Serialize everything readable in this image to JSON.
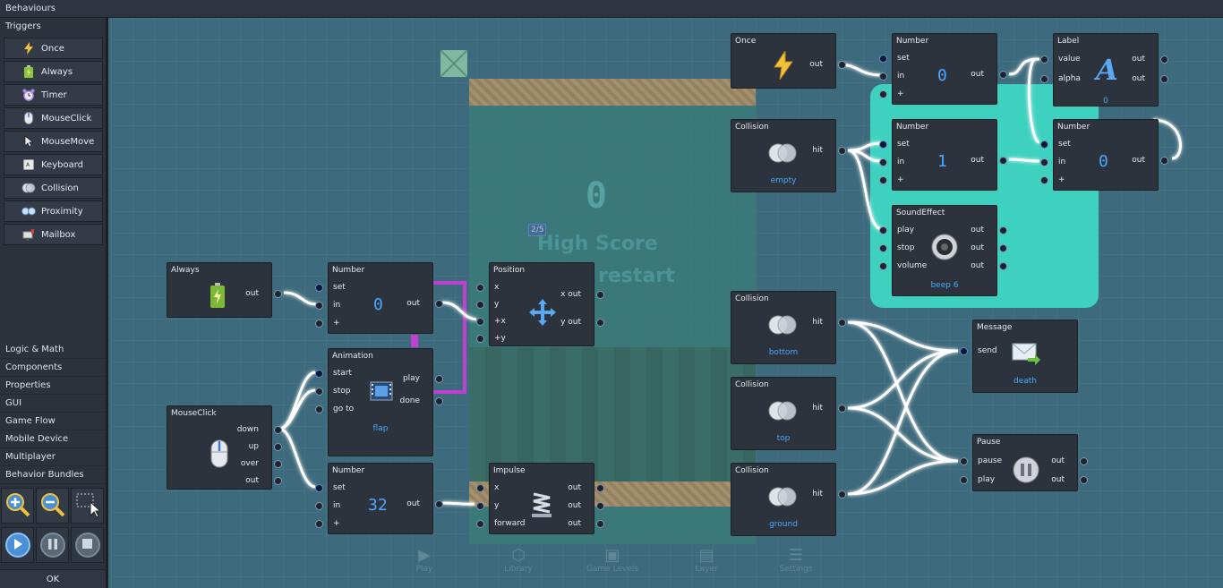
{
  "window": {
    "title": "Behaviours"
  },
  "sidebar": {
    "section": "Triggers",
    "triggers": [
      {
        "label": "Once",
        "icon": "lightning-icon"
      },
      {
        "label": "Always",
        "icon": "battery-icon"
      },
      {
        "label": "Timer",
        "icon": "alarm-clock-icon"
      },
      {
        "label": "MouseClick",
        "icon": "mouse-icon"
      },
      {
        "label": "MouseMove",
        "icon": "cursor-icon"
      },
      {
        "label": "Keyboard",
        "icon": "key-icon"
      },
      {
        "label": "Collision",
        "icon": "collision-icon"
      },
      {
        "label": "Proximity",
        "icon": "proximity-icon"
      },
      {
        "label": "Mailbox",
        "icon": "mailbox-icon"
      }
    ],
    "categories": [
      "Logic & Math",
      "Components",
      "Properties",
      "GUI",
      "Game Flow",
      "Mobile Device",
      "Multiplayer",
      "Behavior Bundles"
    ],
    "ok_label": "OK"
  },
  "game_overlay": {
    "score": "0",
    "level_counter": "2/5",
    "text_high_score": "High Score",
    "text_restart": "restart",
    "bottom_tabs": [
      "Play",
      "Library",
      "Game Levels",
      "Layer",
      "Settings"
    ]
  },
  "blocks": {
    "always": {
      "title": "Always",
      "out": "out"
    },
    "mouseclick": {
      "title": "MouseClick",
      "outs": [
        "down",
        "up",
        "over",
        "out"
      ]
    },
    "number_a": {
      "title": "Number",
      "ins": [
        "set",
        "in",
        "+"
      ],
      "out": "out",
      "value": "0"
    },
    "animation": {
      "title": "Animation",
      "ins": [
        "start",
        "stop",
        "go to"
      ],
      "outs": [
        "play",
        "done"
      ],
      "sub": "flap"
    },
    "number_b": {
      "title": "Number",
      "ins": [
        "set",
        "in",
        "+"
      ],
      "out": "out",
      "value": "32"
    },
    "position": {
      "title": "Position",
      "ins": [
        "x",
        "y",
        "+x",
        "+y"
      ],
      "outs": [
        "x out",
        "y out"
      ]
    },
    "impulse": {
      "title": "Impulse",
      "ins": [
        "x",
        "y",
        "forward"
      ],
      "outs": [
        "out",
        "out",
        "out"
      ]
    },
    "once": {
      "title": "Once",
      "out": "out"
    },
    "collision_empty": {
      "title": "Collision",
      "out": "hit",
      "sub": "empty"
    },
    "collision_bottom": {
      "title": "Collision",
      "out": "hit",
      "sub": "bottom"
    },
    "collision_top": {
      "title": "Collision",
      "out": "hit",
      "sub": "top"
    },
    "collision_ground": {
      "title": "Collision",
      "out": "hit",
      "sub": "ground"
    },
    "number_c": {
      "title": "Number",
      "ins": [
        "set",
        "in",
        "+"
      ],
      "out": "out",
      "value": "0"
    },
    "number_d": {
      "title": "Number",
      "ins": [
        "set",
        "in",
        "+"
      ],
      "out": "out",
      "value": "1"
    },
    "soundeffect": {
      "title": "SoundEffect",
      "ins": [
        "play",
        "stop",
        "volume"
      ],
      "outs": [
        "out",
        "out",
        "out"
      ],
      "sub": "beep 6"
    },
    "label": {
      "title": "Label",
      "ins": [
        "value",
        "alpha"
      ],
      "outs": [
        "out",
        "out"
      ],
      "sub": "0"
    },
    "number_e": {
      "title": "Number",
      "ins": [
        "set",
        "in",
        "+"
      ],
      "out": "out",
      "value": "0"
    },
    "message": {
      "title": "Message",
      "in": "send",
      "sub": "death"
    },
    "pause": {
      "title": "Pause",
      "ins": [
        "pause",
        "play"
      ],
      "outs": [
        "out",
        "out"
      ]
    }
  },
  "colors": {
    "canvas": "#3d6a7c",
    "block": "#2d333d",
    "accent": "#4aa8ff",
    "wire": "#ffffff",
    "bundle": "#3cd6c2",
    "magenta": "#c040d0"
  }
}
